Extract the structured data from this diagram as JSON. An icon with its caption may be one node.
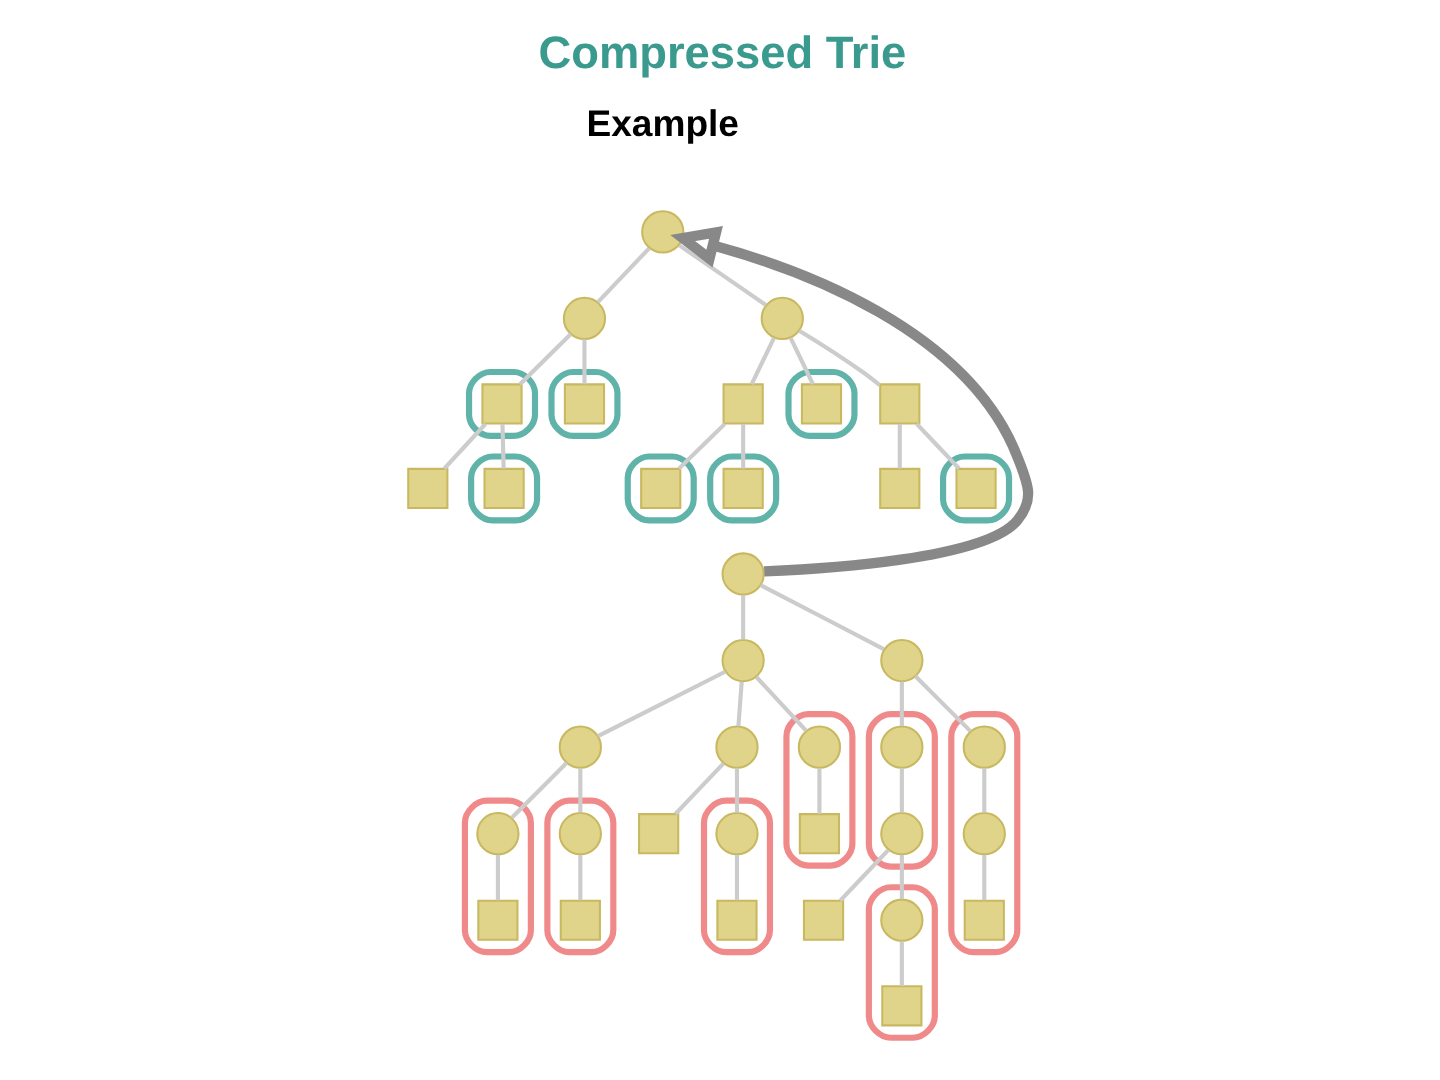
{
  "diagram": {
    "title": "Compressed Trie",
    "nodes": [
      {
        "text": [],
        "shape": "circle"
      },
      {
        "text": [],
        "shape": "circle"
      },
      {
        "text": [],
        "shape": "circle"
      },
      {
        "text": [],
        "shape": "box"
      },
      {
        "text": [],
        "shape": "ellipse"
      },
      {
        "text": [],
        "shape": "box",
        "in": 4
      },
      {
        "text": [],
        "shape": "box"
      },
      {
        "text": [],
        "shape": "ellipse"
      },
      {
        "text": [],
        "shape": "box",
        "in": 7
      },
      {
        "text": [],
        "shape": "ellipse"
      },
      {
        "text": [],
        "shape": "box",
        "in": 9
      },
      {
        "text": [],
        "shape": "ellipse"
      },
      {
        "text": [],
        "shape": "box",
        "in": 11
      },
      {
        "text": [],
        "shape": "ellipse"
      },
      {
        "text": [],
        "shape": "box",
        "in": 13
      },
      {
        "text": [],
        "shape": "ellipse"
      },
      {
        "text": [],
        "shape": "box",
        "in": 15
      },
      {
        "text": [],
        "shape": "box"
      },
      {
        "text": [],
        "shape": "ellipse"
      },
      {
        "text": [],
        "shape": "box",
        "in": 18
      },
      {
        "text": [],
        "shape": "box"
      },
      {
        "text": [],
        "shape": "circle"
      },
      {
        "text": [],
        "shape": "circle"
      },
      {
        "text": [],
        "shape": "circle"
      },
      {
        "text": [],
        "shape": "circle"
      },
      {
        "text": [],
        "shape": "box"
      },
      {
        "text": [],
        "shape": "circle",
        "in": 25
      },
      {
        "text": [],
        "shape": "box",
        "in": 25
      },
      {
        "text": [],
        "shape": "circle"
      },
      {
        "text": [],
        "shape": "box"
      },
      {
        "text": [],
        "shape": "circle",
        "in": 29
      },
      {
        "text": [],
        "shape": "circle",
        "in": 29
      },
      {
        "text": [],
        "shape": "box",
        "in": 29
      },
      {
        "text": [],
        "shape": "box"
      },
      {
        "text": [],
        "shape": "circle",
        "in": 33
      },
      {
        "text": [],
        "shape": "circle",
        "in": 33
      },
      {
        "text": [],
        "shape": "box"
      },
      {
        "text": [],
        "shape": "circle",
        "in": 36
      },
      {
        "text": [],
        "shape": "box",
        "in": 36
      },
      {
        "text": [],
        "shape": "box"
      },
      {
        "text": [],
        "shape": "circle",
        "in": 39
      },
      {
        "text": [],
        "shape": "box",
        "in": 39
      },
      {
        "text": [],
        "shape": "box"
      },
      {
        "text": [],
        "shape": "circle",
        "in": 42
      },
      {
        "text": [],
        "shape": "box",
        "in": 42
      },
      {
        "text": [],
        "shape": "box"
      },
      {
        "text": [],
        "shape": "box"
      },
      {
        "text": [],
        "shape": "circle",
        "in": 46
      },
      {
        "text": [],
        "shape": "box",
        "in": 46
      },
      {
        "text": [],
        "shape": "box"
      }
    ],
    "edges": [
      {
        "from": 0,
        "to": 1,
        "arrow": "none"
      },
      {
        "from": 0,
        "to": 2,
        "arrow": "none"
      },
      {
        "from": 1,
        "to": 3,
        "arrow": "none"
      },
      {
        "from": 1,
        "to": 5,
        "arrow": "none"
      },
      {
        "from": 1,
        "to": 6,
        "arrow": "none"
      },
      {
        "from": 2,
        "to": 8,
        "arrow": "none"
      },
      {
        "from": 2,
        "to": 10,
        "arrow": "none"
      },
      {
        "from": 3,
        "to": 12,
        "arrow": "none"
      },
      {
        "from": 3,
        "to": 14,
        "arrow": "none"
      },
      {
        "from": 6,
        "to": 16,
        "arrow": "none"
      },
      {
        "from": 6,
        "to": 17,
        "arrow": "none"
      },
      {
        "from": 10,
        "to": 19,
        "arrow": "none"
      },
      {
        "from": 10,
        "to": 20,
        "arrow": "none"
      },
      {
        "from": 21,
        "to": 22,
        "arrow": "none"
      },
      {
        "from": 21,
        "to": 23,
        "arrow": "none"
      },
      {
        "from": 22,
        "to": 24,
        "arrow": "none"
      },
      {
        "from": 22,
        "to": 26,
        "arrow": "none"
      },
      {
        "from": 26,
        "to": 27,
        "arrow": "none"
      },
      {
        "from": 22,
        "to": 28,
        "arrow": "none"
      },
      {
        "from": 24,
        "to": 37,
        "arrow": "none"
      },
      {
        "from": 37,
        "to": 38,
        "arrow": "none"
      },
      {
        "from": 24,
        "to": 40,
        "arrow": "none"
      },
      {
        "from": 40,
        "to": 41,
        "arrow": "none"
      },
      {
        "from": 28,
        "to": 43,
        "arrow": "none"
      },
      {
        "from": 43,
        "to": 44,
        "arrow": "none"
      },
      {
        "from": 28,
        "to": 45,
        "arrow": "none"
      },
      {
        "from": 23,
        "to": 30,
        "arrow": "none"
      },
      {
        "from": 30,
        "to": 31,
        "arrow": "none"
      },
      {
        "from": 31,
        "to": 32,
        "arrow": "none"
      },
      {
        "from": 23,
        "to": 34,
        "arrow": "none"
      },
      {
        "from": 34,
        "to": 35,
        "arrow": "none"
      },
      {
        "from": 35,
        "to": 47,
        "arrow": "none"
      },
      {
        "from": 47,
        "to": 48,
        "arrow": "none"
      },
      {
        "from": 35,
        "to": 49,
        "arrow": "none"
      },
      {
        "from": 21,
        "to": 0,
        "arrow": "to",
        "style": "thick",
        "color": "#888888"
      }
    ],
    "labels": [
      "Example"
    ]
  }
}
